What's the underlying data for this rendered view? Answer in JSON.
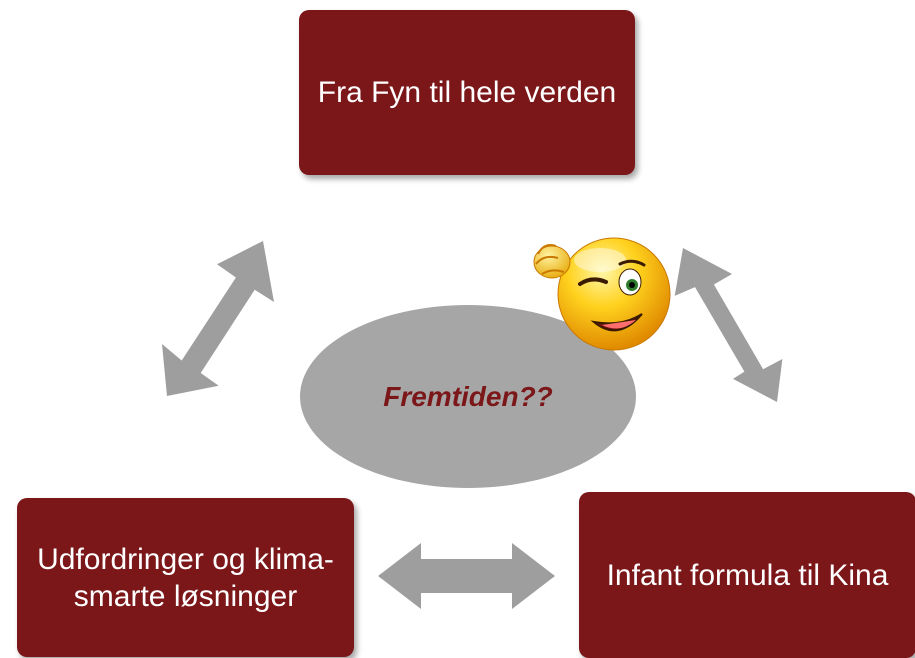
{
  "diagram": {
    "nodes": {
      "top": "Fra Fyn til hele verden",
      "bottom_left": "Udfordringer og klima-smarte løsninger",
      "bottom_right": "Infant formula til Kina",
      "center": "Fremtiden??"
    },
    "edges": [
      {
        "from": "top",
        "to": "bottom_left",
        "type": "bidirectional"
      },
      {
        "from": "top",
        "to": "bottom_right",
        "type": "bidirectional"
      },
      {
        "from": "bottom_left",
        "to": "bottom_right",
        "type": "bidirectional"
      }
    ],
    "colors": {
      "box": "#7b1719",
      "arrow": "#9e9e9e",
      "ellipse": "#a6a6a6",
      "center_text": "#7b1719"
    },
    "decoration_icon": "winking-smiley-icon"
  }
}
